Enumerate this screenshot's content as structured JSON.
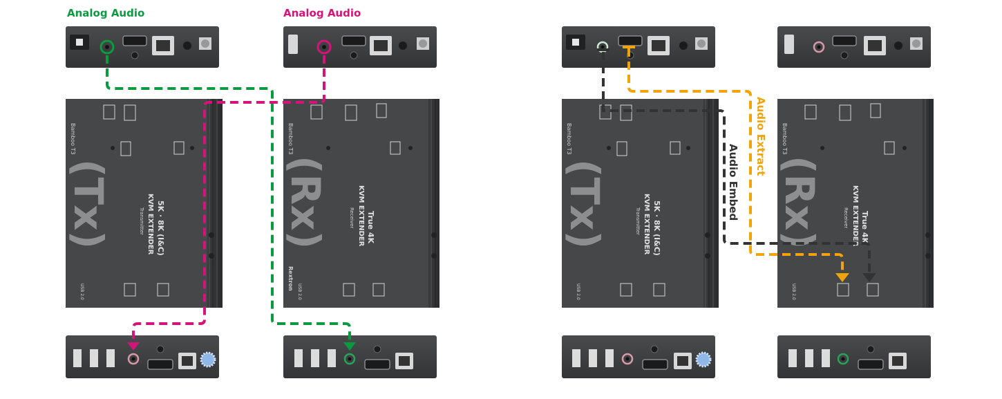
{
  "labels": {
    "analog_audio_left": "Analog Audio",
    "analog_audio_right": "Analog Audio",
    "audio_embed": "Audio Embed",
    "audio_extract": "Audio Extract"
  },
  "units": {
    "tx_marker": "(Tx)",
    "rx_marker": "(Rx)",
    "tx_product": "5K · 8K (I&C)",
    "tx_product_line2": "KVM EXTENDER",
    "tx_product_line3": "Transmitter",
    "rx_product": "True 4K",
    "rx_product_line2": "KVM EXTENDER",
    "rx_product_line3": "Receiver",
    "brand": "Rextron",
    "usb_label": "USB 2.0",
    "series": "Bamboo T3"
  },
  "colors": {
    "green": "#0c9a40",
    "magenta": "#d4147a",
    "dark": "#333333",
    "orange": "#f0a30a",
    "panel": "#424345",
    "panel_dark": "#2c2d2f",
    "ring_tx_left": "#2aa35a",
    "ring_pink": "#d89aa8",
    "hdmi": "#8b8b8b"
  },
  "connectors": [
    {
      "name": "tx-audio-to-rx-audio",
      "color": "green",
      "style": "dashed"
    },
    {
      "name": "rx-audio-to-tx-audio",
      "color": "magenta",
      "style": "dashed"
    },
    {
      "name": "audio-embed",
      "color": "dark",
      "style": "dashed"
    },
    {
      "name": "audio-extract",
      "color": "orange",
      "style": "dashed"
    }
  ]
}
